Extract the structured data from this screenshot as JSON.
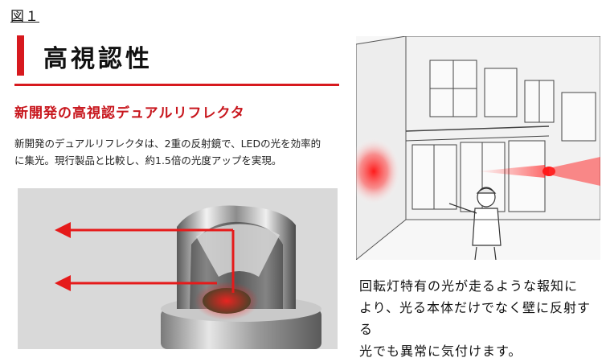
{
  "figure_label": "図１",
  "section": {
    "heading": "高視認性",
    "subheading": "新開発の高視認デュアルリフレクタ",
    "description_line1": "新開発のデュアルリフレクタは、2重の反射鏡で、LEDの光を効率的",
    "description_line2": "に集光。現行製品と比較し、約1.5倍の光度アップを実現。"
  },
  "caption": {
    "line1": "回転灯特有の光が走るような報知に",
    "line2": "より、光る本体だけでなく壁に反射する",
    "line3": "光でも異常に気付けます。"
  },
  "colors": {
    "accent_red": "#d7191e",
    "subheading_red": "#c8161d",
    "photo_bg": "#d9d9d9"
  }
}
